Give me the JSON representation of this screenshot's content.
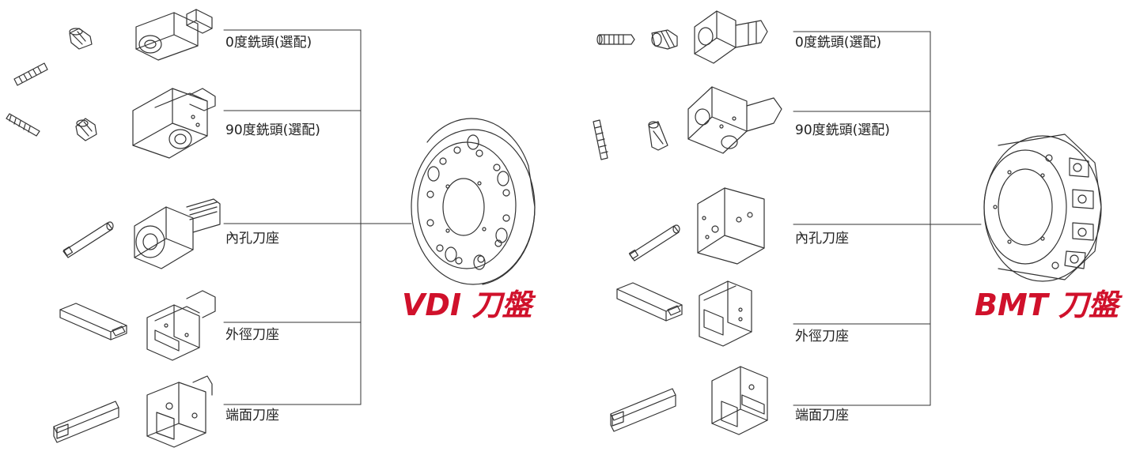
{
  "accent_color": "#d0112b",
  "line_color": "#333333",
  "panels": [
    {
      "id": "vdi",
      "title": "VDI 刀盤",
      "labels": [
        "0度銑頭(選配)",
        "90度銑頭(選配)",
        "內孔刀座",
        "外徑刀座",
        "端面刀座"
      ]
    },
    {
      "id": "bmt",
      "title": "BMT 刀盤",
      "labels": [
        "0度銑頭(選配)",
        "90度銑頭(選配)",
        "內孔刀座",
        "外徑刀座",
        "端面刀座"
      ]
    }
  ],
  "icons": [
    "collet-icon",
    "drill-bit-icon",
    "boring-bar-icon",
    "turning-tool-icon",
    "tool-holder-icon",
    "turret-disc-icon"
  ]
}
